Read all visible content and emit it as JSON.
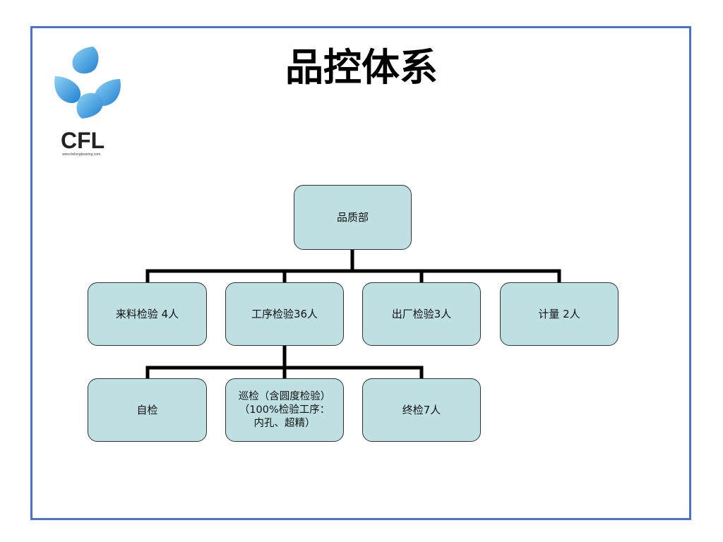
{
  "slide": {
    "title": "品控体系"
  },
  "logo": {
    "text": "CFL",
    "url_text": "www.feilongbearing.com",
    "colors": {
      "swirl_light": "#7cc7ef",
      "swirl_dark": "#1f7fd0",
      "text": "#222222",
      "accent": "#2aa3e0"
    }
  },
  "org_chart": {
    "root": "品质部",
    "departments": [
      {
        "label": "来料检验 4人"
      },
      {
        "label": "工序检验36人"
      },
      {
        "label": "出厂检验3人"
      },
      {
        "label": "计量 2人"
      }
    ],
    "process_inspection_children": [
      {
        "label": "自检"
      },
      {
        "label": "巡检（含圆度检验）\n（100%检验工序：\n内孔、超精）"
      },
      {
        "label": "终检7人"
      }
    ]
  },
  "colors": {
    "frame_border": "#4a72d6",
    "node_fill": "#bfe0e3",
    "node_border": "#333333",
    "connector": "#000000"
  }
}
